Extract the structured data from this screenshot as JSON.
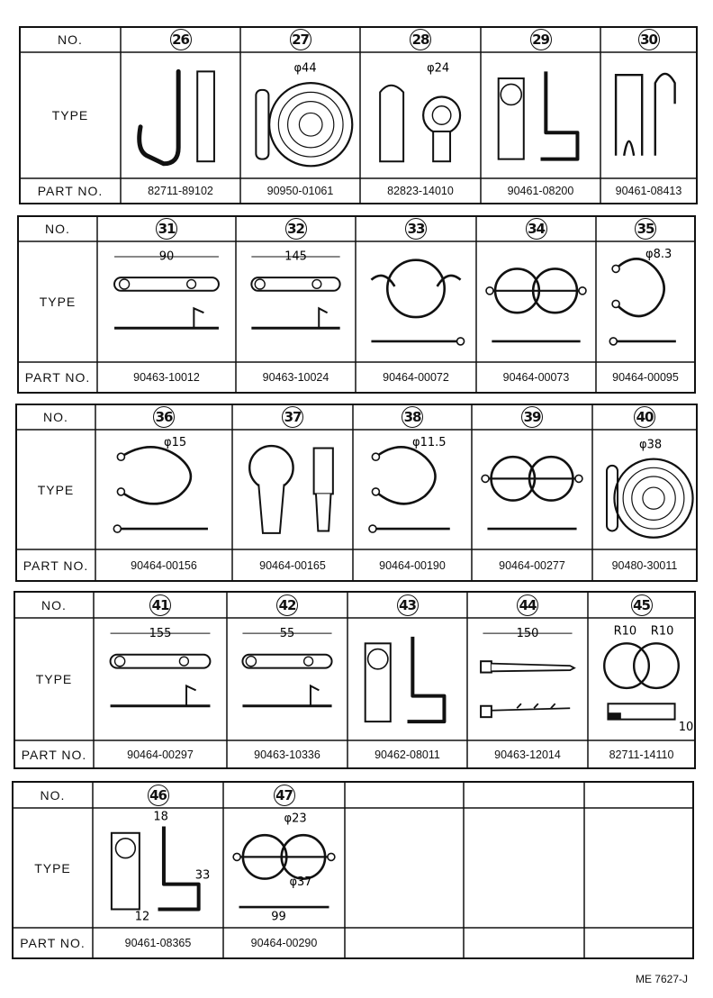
{
  "labels": {
    "no": "NO.",
    "type": "TYPE",
    "part_no": "PART NO."
  },
  "rows": [
    {
      "items": [
        {
          "num": "26",
          "part": "82711-89102",
          "icon": "j-hook-clip",
          "dims": []
        },
        {
          "num": "27",
          "part": "90950-01061",
          "icon": "grommet",
          "dims": [
            "φ44"
          ]
        },
        {
          "num": "28",
          "part": "82823-14010",
          "icon": "ring-clip",
          "dims": [
            "φ24"
          ]
        },
        {
          "num": "29",
          "part": "90461-08200",
          "icon": "bracket-clip",
          "dims": []
        },
        {
          "num": "30",
          "part": "90461-08413",
          "icon": "spring-clip",
          "dims": []
        }
      ]
    },
    {
      "items": [
        {
          "num": "31",
          "part": "90463-10012",
          "icon": "band-clamp",
          "dims": [
            "90"
          ]
        },
        {
          "num": "32",
          "part": "90463-10024",
          "icon": "band-clamp",
          "dims": [
            "145"
          ]
        },
        {
          "num": "33",
          "part": "90464-00072",
          "icon": "wire-ring-clip",
          "dims": []
        },
        {
          "num": "34",
          "part": "90464-00073",
          "icon": "wire-double-clip",
          "dims": []
        },
        {
          "num": "35",
          "part": "90464-00095",
          "icon": "wire-hook-clip",
          "dims": [
            "φ8.3"
          ]
        }
      ]
    },
    {
      "items": [
        {
          "num": "36",
          "part": "90464-00156",
          "icon": "wire-hook-clip",
          "dims": [
            "φ15"
          ]
        },
        {
          "num": "37",
          "part": "90464-00165",
          "icon": "push-clip",
          "dims": []
        },
        {
          "num": "38",
          "part": "90464-00190",
          "icon": "wire-hook-clip",
          "dims": [
            "φ11.5"
          ]
        },
        {
          "num": "39",
          "part": "90464-00277",
          "icon": "wire-double-clip",
          "dims": []
        },
        {
          "num": "40",
          "part": "90480-30011",
          "icon": "grommet",
          "dims": [
            "φ38"
          ]
        }
      ]
    },
    {
      "items": [
        {
          "num": "41",
          "part": "90464-00297",
          "icon": "band-clamp",
          "dims": [
            "155"
          ]
        },
        {
          "num": "42",
          "part": "90463-10336",
          "icon": "band-clamp",
          "dims": [
            "55"
          ]
        },
        {
          "num": "43",
          "part": "90462-08011",
          "icon": "bracket-clip",
          "dims": []
        },
        {
          "num": "44",
          "part": "90463-12014",
          "icon": "cable-tie",
          "dims": [
            "150"
          ]
        },
        {
          "num": "45",
          "part": "82711-14110",
          "icon": "twin-clamp",
          "dims": [
            "R10",
            "R10",
            "10"
          ]
        }
      ]
    },
    {
      "items": [
        {
          "num": "46",
          "part": "90461-08365",
          "icon": "bracket-clip",
          "dims": [
            "18",
            "33",
            "12"
          ]
        },
        {
          "num": "47",
          "part": "90464-00290",
          "icon": "wire-double-clip",
          "dims": [
            "φ23",
            "φ37",
            "99"
          ]
        },
        {
          "num": "",
          "part": "",
          "icon": "",
          "dims": []
        },
        {
          "num": "",
          "part": "",
          "icon": "",
          "dims": []
        },
        {
          "num": "",
          "part": "",
          "icon": "",
          "dims": []
        }
      ]
    }
  ],
  "footer": "ME 7627-J"
}
